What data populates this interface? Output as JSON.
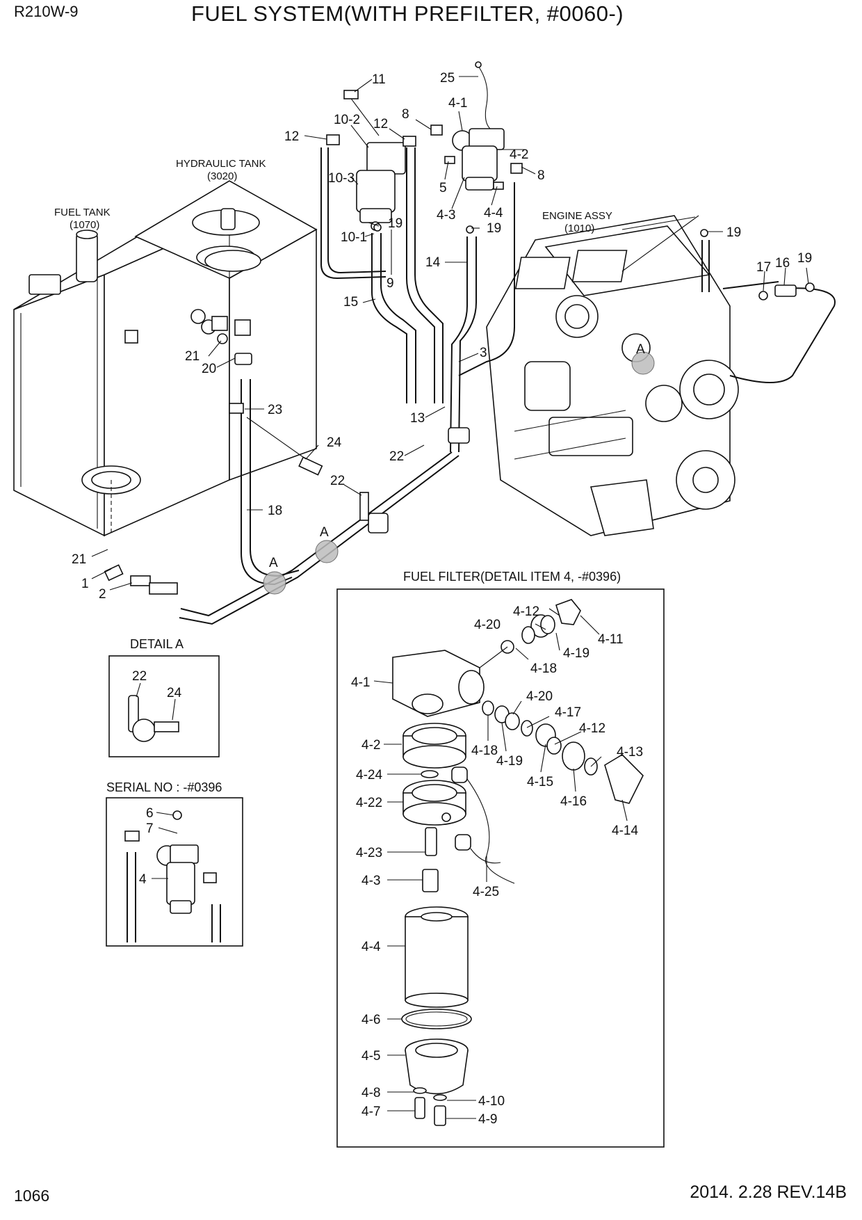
{
  "header": {
    "model": "R210W-9",
    "title": "FUEL SYSTEM(WITH PREFILTER, #0060-)"
  },
  "footer": {
    "page": "1066",
    "revision": "2014. 2.28  REV.14B"
  },
  "assemblies": {
    "fuel_tank": "FUEL TANK",
    "fuel_tank_no": "(1070)",
    "hydraulic_tank": "HYDRAULIC TANK",
    "hydraulic_tank_no": "(3020)",
    "engine": "ENGINE ASSY",
    "engine_no": "(1010)"
  },
  "sections": {
    "fuel_filter": "FUEL FILTER(DETAIL ITEM 4, -#0396)",
    "detail_a": "DETAIL  A",
    "serial_no": "SERIAL NO : -#0396"
  },
  "callouts": {
    "main": [
      "11",
      "25",
      "10-2",
      "12",
      "8",
      "4-1",
      "12",
      "4-2",
      "8",
      "10-3",
      "5",
      "4-3",
      "4-4",
      "19",
      "19",
      "10-1",
      "19",
      "9",
      "14",
      "15",
      "17",
      "16",
      "19",
      "3",
      "21",
      "20",
      "13",
      "23",
      "22",
      "24",
      "22",
      "18",
      "A",
      "A",
      "A",
      "21",
      "1",
      "2"
    ],
    "detail_a": [
      "22",
      "24"
    ],
    "serial": [
      "6",
      "7",
      "4"
    ],
    "filter": [
      "4-12",
      "4-20",
      "4-11",
      "4-19",
      "4-18",
      "4-1",
      "4-20",
      "4-17",
      "4-12",
      "4-2",
      "4-18",
      "4-19",
      "4-13",
      "4-15",
      "4-16",
      "4-24",
      "4-22",
      "4-14",
      "4-23",
      "4-3",
      "4-25",
      "4-4",
      "4-6",
      "4-5",
      "4-8",
      "4-10",
      "4-7",
      "4-9"
    ]
  }
}
